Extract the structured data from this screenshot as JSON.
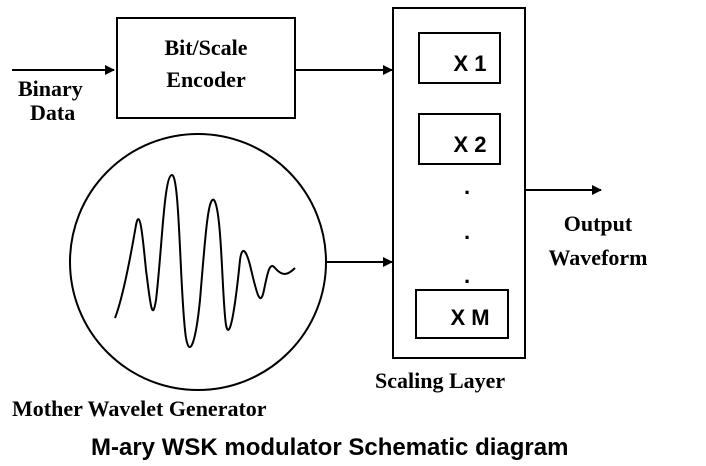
{
  "input": {
    "line1": "Binary",
    "line2": "Data"
  },
  "encoder": {
    "line1": "Bit/Scale",
    "line2": "Encoder"
  },
  "scaling_layer": {
    "label": "Scaling Layer",
    "scalers": [
      "X 1",
      "X 2",
      "X M"
    ],
    "dots": [
      ".",
      ".",
      "."
    ]
  },
  "output": {
    "line1": "Output",
    "line2": "Waveform"
  },
  "generator": {
    "label": "Mother Wavelet Generator"
  },
  "caption": "M-ary WSK modulator Schematic diagram"
}
